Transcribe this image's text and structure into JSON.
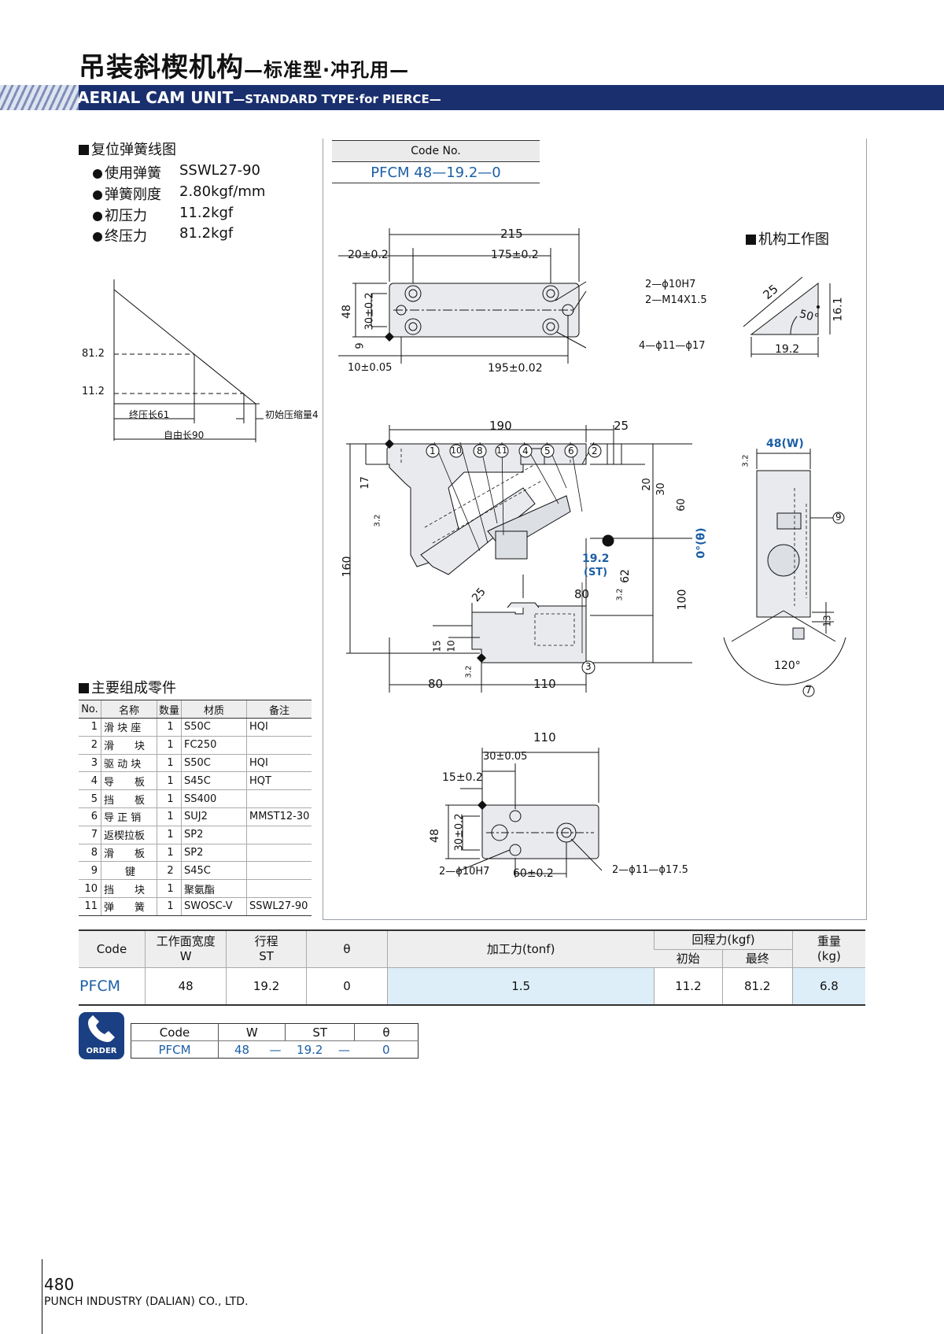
{
  "header": {
    "title_main": "吊装斜楔机构",
    "title_sub": "—标准型·冲孔用—",
    "banner_main": "AERIAL CAM UNIT",
    "banner_sub": "—STANDARD TYPE·for PIERCE—"
  },
  "spring_section": {
    "title": "复位弹簧线图",
    "specs": [
      {
        "label": "使用弹簧",
        "value": "SSWL27-90"
      },
      {
        "label": "弹簧刚度",
        "value": "2.80kgf/mm"
      },
      {
        "label": "初压力",
        "value": "11.2kgf"
      },
      {
        "label": "终压力",
        "value": "81.2kgf"
      }
    ],
    "chart": {
      "y_high": "81.2",
      "y_low": "11.2",
      "final_length": "终压长61",
      "initial_compress": "初始压缩量4",
      "free_length": "自由长90"
    }
  },
  "code_box": {
    "label": "Code No.",
    "value": "PFCM 48—19.2—0"
  },
  "mech_section": {
    "title": "机构工作图",
    "dim_25": "25",
    "dim_angle": "50°",
    "dim_161": "16.1",
    "dim_192": "19.2"
  },
  "top_view": {
    "d215": "215",
    "d20": "20±0.2",
    "d175": "175±0.2",
    "d48": "48",
    "d30": "30±0.2",
    "d9": "9",
    "d10": "10±0.05",
    "d195": "195±0.02",
    "hole1": "2—ϕ10H7",
    "hole2": "2—M14X1.5",
    "hole3": "4—ϕ11—ϕ17"
  },
  "front_view": {
    "d190": "190",
    "d25a": "25",
    "d17": "17",
    "d20": "20",
    "d30": "30",
    "d60": "60",
    "d160": "160",
    "d62": "62",
    "d100": "100",
    "d80a": "80",
    "d25b": "25",
    "d15": "15",
    "d10": "10",
    "d80b": "80",
    "d110": "110",
    "st_val": "19.2",
    "st_lbl": "(ST)",
    "theta": "0°(θ)",
    "rough": "3.2",
    "callouts": [
      "1",
      "10",
      "8",
      "11",
      "4",
      "5",
      "6",
      "2"
    ],
    "callout_3": "3"
  },
  "side_view": {
    "w_label": "48(W)",
    "callout_9": "9",
    "callout_7": "7",
    "d13": "13",
    "angle": "120°",
    "rough": "3.2"
  },
  "bottom_view": {
    "d110": "110",
    "d30": "30±0.05",
    "d15": "15±0.2",
    "d48": "48",
    "d30v": "30±0.2",
    "hole1": "2—ϕ10H7",
    "d60": "60±0.2",
    "hole2": "2—ϕ11—ϕ17.5"
  },
  "parts_section": {
    "title": "主要组成零件",
    "headers": [
      "No.",
      "名称",
      "数量",
      "材质",
      "备注"
    ],
    "rows": [
      [
        "1",
        "滑 块 座",
        "1",
        "S50C",
        "HQI"
      ],
      [
        "2",
        "滑　　块",
        "1",
        "FC250",
        ""
      ],
      [
        "3",
        "驱 动 块",
        "1",
        "S50C",
        "HQI"
      ],
      [
        "4",
        "导　　板",
        "1",
        "S45C",
        "HQT"
      ],
      [
        "5",
        "挡　　板",
        "1",
        "SS400",
        ""
      ],
      [
        "6",
        "导 正 销",
        "1",
        "SUJ2",
        "MMST12-30"
      ],
      [
        "7",
        "返楔拉板",
        "1",
        "SP2",
        ""
      ],
      [
        "8",
        "滑　　板",
        "1",
        "SP2",
        ""
      ],
      [
        "9",
        "键",
        "2",
        "S45C",
        ""
      ],
      [
        "10",
        "挡　　块",
        "1",
        "聚氨酯",
        ""
      ],
      [
        "11",
        "弹　　簧",
        "1",
        "SWOSC-V",
        "SSWL27-90"
      ]
    ]
  },
  "main_table": {
    "h_code": "Code",
    "h_w1": "工作面宽度",
    "h_w2": "W",
    "h_st1": "行程",
    "h_st2": "ST",
    "h_theta": "θ",
    "h_force": "加工力(tonf)",
    "h_return": "回程力(kgf)",
    "h_init": "初始",
    "h_final": "最终",
    "h_wt1": "重量",
    "h_wt2": "(kg)",
    "row": {
      "code": "PFCM",
      "w": "48",
      "st": "19.2",
      "theta": "0",
      "force": "1.5",
      "init": "11.2",
      "final": "81.2",
      "weight": "6.8"
    }
  },
  "order": {
    "icon_label": "ORDER",
    "headers": [
      "Code",
      "W",
      "ST",
      "θ"
    ],
    "values": {
      "code": "PFCM",
      "w": "48",
      "sep1": "—",
      "st": "19.2",
      "sep2": "—",
      "theta": "0"
    }
  },
  "footer": {
    "page": "480",
    "company": "PUNCH INDUSTRY (DALIAN) CO., LTD."
  },
  "colors": {
    "banner": "#1a2f6e",
    "accent_text": "#1c5fa6",
    "highlight": "#ddeef8",
    "part_fill": "#e8eaee"
  }
}
